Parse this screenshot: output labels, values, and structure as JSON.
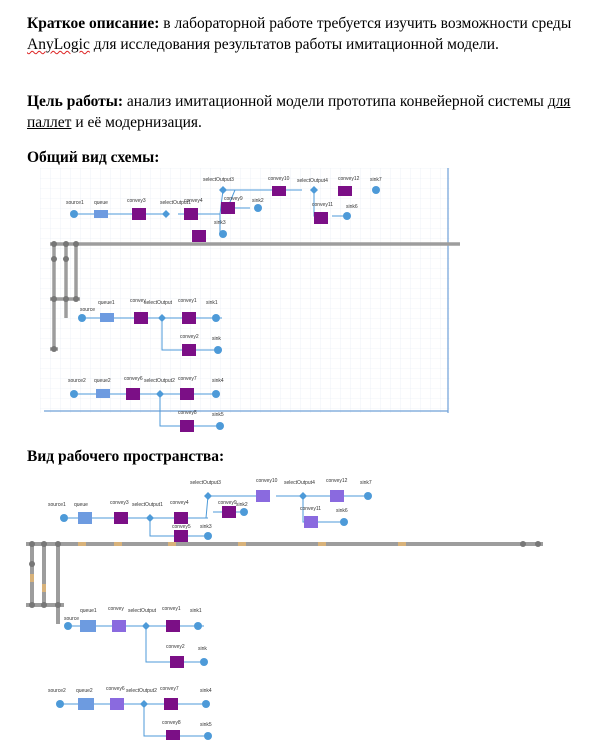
{
  "doc": {
    "p1_bold": "Краткое описание:",
    "p1_a": " в лабораторной работе требуется изучить возможности среды ",
    "p1_word": "AnyLogic",
    "p1_b": " для исследования результатов работы имитационной модели.",
    "p2_bold": "Цель работы:",
    "p2_a": " анализ имитационной модели прототипа конвейерной системы ",
    "p2_word": "для паллет",
    "p2_b": " и её модернизация.",
    "h1": "Общий вид схемы:",
    "h2": "Вид рабочего пространства:"
  },
  "scheme": {
    "top": [
      "source1",
      "queue",
      "convey3",
      "selectOutput1",
      "convey4",
      "selectOutput3",
      "convey10",
      "selectOutput4",
      "convey12",
      "sink7",
      "convey9",
      "sink2",
      "sink3",
      "convey11",
      "sink6"
    ],
    "mid": [
      "source",
      "queue1",
      "convey",
      "selectOutput",
      "convey1",
      "sink1",
      "convey2",
      "sink"
    ],
    "bottom": [
      "source2",
      "queue2",
      "convey6",
      "selectOutput2",
      "convey7",
      "sink4",
      "convey8",
      "sink5"
    ]
  },
  "workspace": {
    "top": [
      "source1",
      "queue",
      "convey3",
      "selectOutput1",
      "convey4",
      "selectOutput3",
      "convey10",
      "selectOutput4",
      "convey12",
      "sink7",
      "convey9",
      "sink2",
      "sink3",
      "convey11",
      "sink6",
      "convey5"
    ],
    "mid": [
      "source",
      "queue1",
      "convey",
      "selectOutput",
      "convey1",
      "sink1",
      "convey2",
      "sink"
    ],
    "bottom": [
      "source2",
      "queue2",
      "convey6",
      "selectOutput2",
      "convey7",
      "sink4",
      "convey8",
      "sink5"
    ]
  },
  "colors": {
    "conveyor": "#7b0f86",
    "node": "#4d9ad8",
    "queue": "#6d9be0",
    "track": "#9a9a9a",
    "grid": "#dfe6f0"
  }
}
